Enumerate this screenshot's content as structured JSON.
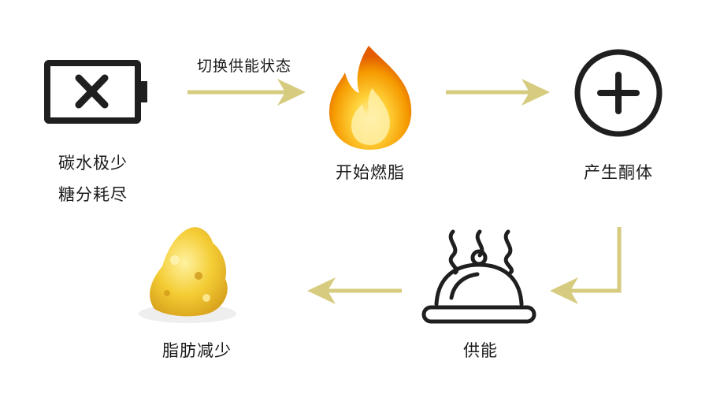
{
  "colors": {
    "arrow": "#d6cb7e",
    "icon_stroke": "#1f1f1f",
    "flame_outer": "#f5a300",
    "flame_inner": "#ffe680",
    "fat": "#f3cf3a"
  },
  "icons": {
    "battery": "battery-empty-icon",
    "flame": "flame-icon",
    "plus": "plus-circle-icon",
    "cloche": "food-cloche-icon",
    "fat": "fat-lump-icon"
  },
  "labels": {
    "carb_line1": "碳水极少",
    "carb_line2": "糖分耗尽",
    "switch_state": "切换供能状态",
    "start_burning": "开始燃脂",
    "produce_ketones": "产生酮体",
    "energy_supply": "供能",
    "fat_reduction": "脂肪减少"
  }
}
